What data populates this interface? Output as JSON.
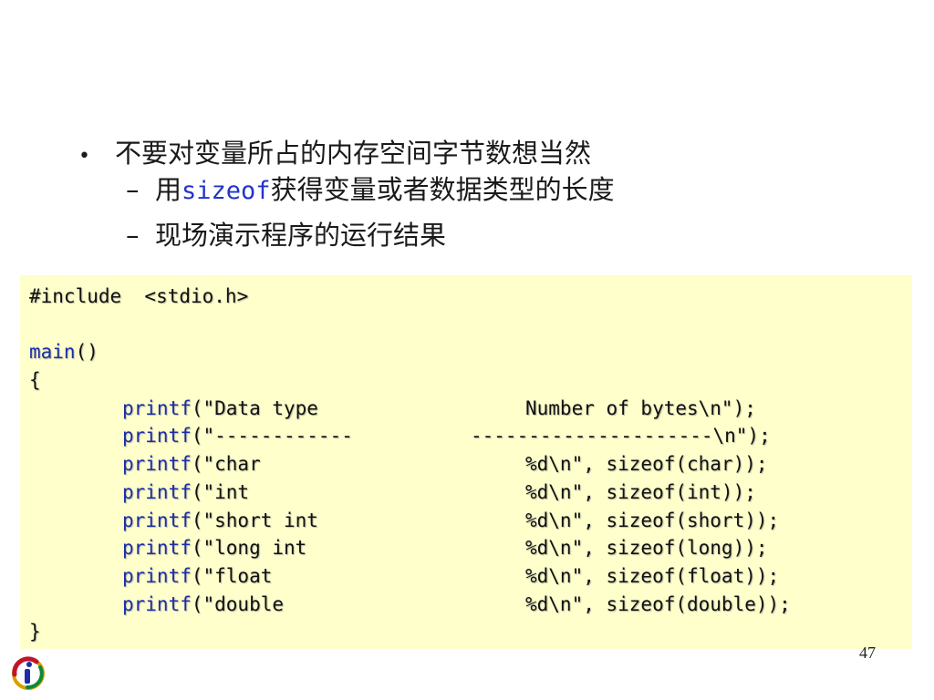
{
  "bullets": {
    "main": "不要对变量所占的内存空间字节数想当然",
    "sub1_prefix": "用",
    "sub1_keyword": "sizeof",
    "sub1_suffix": "获得变量或者数据类型的长度",
    "sub2": "现场演示程序的运行结果",
    "dash": "–",
    "dot": "•"
  },
  "code": {
    "include": "#include  <stdio.h>",
    "main_fn": "main",
    "main_parens": "()",
    "open_brace": "{",
    "close_brace": "}",
    "printf": "printf",
    "lines": [
      {
        "left": "(\"Data type",
        "right": "Number of bytes\\n\");"
      },
      {
        "left": "(\"------------",
        "right": "---------------------\\n\");"
      },
      {
        "left": "(\"char",
        "right": "%d\\n\", sizeof(char));"
      },
      {
        "left": "(\"int",
        "right": "%d\\n\", sizeof(int));"
      },
      {
        "left": "(\"short int",
        "right": "%d\\n\", sizeof(short));"
      },
      {
        "left": "(\"long int",
        "right": "%d\\n\", sizeof(long));"
      },
      {
        "left": "(\"float",
        "right": "%d\\n\", sizeof(float));"
      },
      {
        "left": "(\"double",
        "right": "%d\\n\", sizeof(double));"
      }
    ]
  },
  "page_number": "47",
  "colors": {
    "code_background": "#ffffcc",
    "keyword": "#2233cc",
    "function": "#1b2ea8"
  },
  "icons": {
    "logo": "logo-icon"
  }
}
